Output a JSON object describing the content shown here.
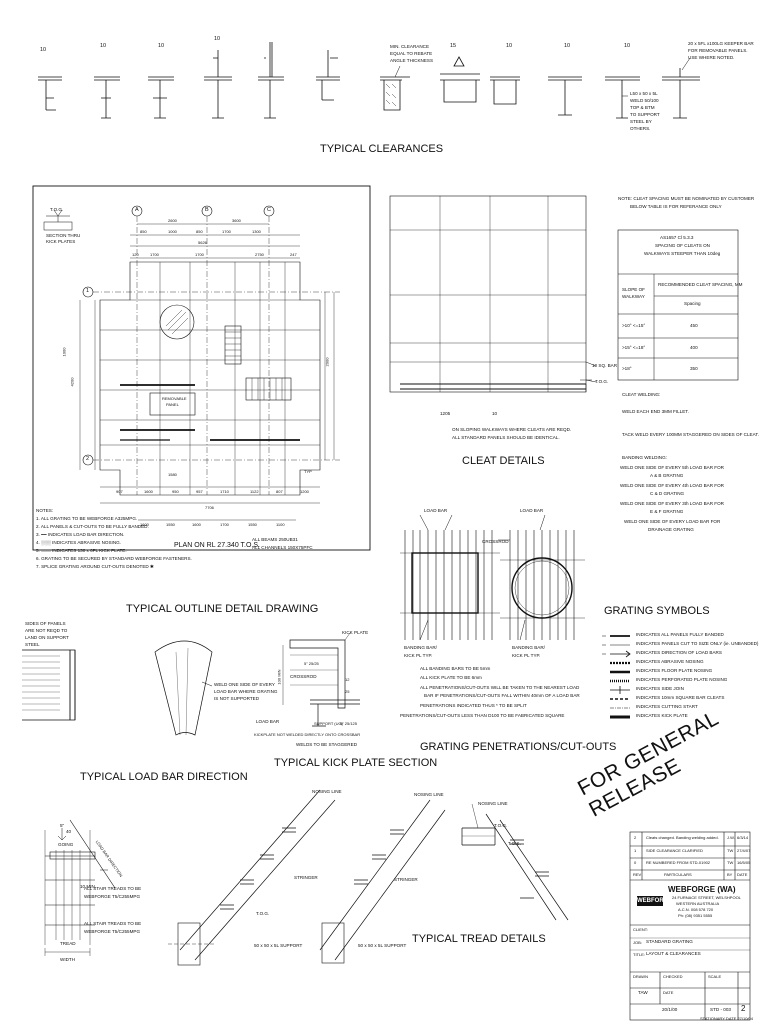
{
  "headings": {
    "typical_clearances": "TYPICAL CLEARANCES",
    "cleat_details": "CLEAT DETAILS",
    "typical_outline": "TYPICAL OUTLINE DETAIL DRAWING",
    "grating_symbols": "GRATING SYMBOLS",
    "load_bar_direction": "TYPICAL LOAD BAR DIRECTION",
    "kick_plate_section": "TYPICAL KICK PLATE SECTION",
    "penetrations": "GRATING PENETRATIONS/CUT-OUTS",
    "tread_details": "TYPICAL TREAD DETAILS"
  },
  "clearances": {
    "dims": [
      "10",
      "10",
      "10",
      "10",
      "15",
      "10",
      "10",
      "10"
    ],
    "min_clearance": [
      "MIN. CLEARANCE",
      "EQUAL TO REBATE",
      "ANGLE THICKNESS"
    ],
    "keeper_bar": [
      "20 x 5FL x100LG KEEPER BAR",
      "FOR REMOVABLE PANELS.",
      "USE WHERE NOTED."
    ],
    "support_note": [
      "L50 x 50 x 5L",
      "WELD 50/100",
      "TOP & BTM",
      "TO SUPPORT",
      "STEEL BY",
      "OTHERS."
    ]
  },
  "plan": {
    "tos_label": "T.O.G.",
    "section_thru": [
      "SECTION THRU",
      "KICK PLATES"
    ],
    "grid_letters": [
      "A",
      "B",
      "C"
    ],
    "grid_numbers": [
      "1",
      "2"
    ],
    "top_dims": [
      "2600",
      "3600"
    ],
    "row2_dims": [
      "850",
      "1000",
      "850",
      "1700",
      "1300"
    ],
    "row3_dims": [
      "5626"
    ],
    "row4_dims": [
      "120",
      "1700",
      "1700",
      "2750",
      "247"
    ],
    "removable_panel": [
      "REMOVABLE",
      "PANEL"
    ],
    "bottom_dims": [
      "1580",
      "907",
      "1600",
      "950",
      "957",
      "1710",
      "1122",
      "807",
      "1200"
    ],
    "bottom_total": "7706",
    "tread_dims": [
      "1600",
      "1550",
      "1600",
      "1700",
      "1550",
      "1100"
    ],
    "plan_title": "PLAN ON RL 27.340 T.O.S.",
    "beams_note": [
      "ALL BEAMS 250UB31",
      "ALL CHANNELS 150X75PFC"
    ],
    "notes_title": "NOTES:",
    "notes": [
      "1. ALL GRATING TO BE WEBFORGE A325MPG.",
      "2. ALL PANELS & CUT-OUTS TO BE FULLY BANDED.",
      "3. ━━ INDICATES LOAD BAR DIRECTION.",
      "4. ░░░ INDICATES ABRASIVE NOSING.",
      "5. ═══ INDICATES 130 x 6FL KICK PLATE.",
      "6. GRATING TO BE SECURED BY STANDARD WEBFORGE FASTENERS.",
      "7. SPLICE GRATING AROUND CUT-OUTS DENOTED ✱"
    ],
    "typ_label": "TYP",
    "side_dims": [
      "1000",
      "1000",
      "4200",
      "2000",
      "900",
      "1500"
    ]
  },
  "cleat": {
    "note": [
      "NOTE: CLEAT SPACING MUST BE NOMINATED BY CUSTOMER",
      "BELOW TABLE IS FOR REFERANCE ONLY"
    ],
    "table_title": [
      "AS1657 Cl 5.3.3",
      "SPACING OF CLEATS ON",
      "WALKWAYS STEEPER THAN 10deg"
    ],
    "col_slope": [
      "SLOPE OF",
      "WALKWAY"
    ],
    "col_spacing": "RECOMMENDED CLEAT SPACING, MM",
    "spacing_label": "Spacing",
    "rows": [
      {
        "slope": ">10° <=15°",
        "spacing": "450"
      },
      {
        "slope": ">15° <=18°",
        "spacing": "400"
      },
      {
        "slope": ">18°",
        "spacing": "350"
      }
    ],
    "sq_bar": "10 SQ. BAR",
    "tog": "T.O.G.",
    "dim_1205": "1205",
    "dim_10": "10",
    "caption": [
      "ON SLOPING WALKWAYS WHERE CLEATS ARE REQD.",
      "ALL STANDARD PANELS SHOULD BE IDENTICAL."
    ],
    "welding_title": "CLEAT WELDING:",
    "welding_lines": [
      "WELD EACH END 3MM FILLET.",
      "TACK WELD EVERY 100MM STAGGERED ON SIDES OF CLEAT."
    ],
    "banding_title": "BANDING WELDING:",
    "banding_lines": [
      "WELD ONE SIDE OF EVERY 5th LOAD BAR FOR",
      "A & B GRATING",
      "WELD ONE SIDE OF EVERY 4th LOAD BAR FOR",
      "C & D GRATING",
      "WELD ONE SIDE OF EVERY 3th LOAD BAR FOR",
      "E & F GRATING",
      "WELD ONE SIDE OF EVERY LOAD BAR FOR",
      "DRAINAGE GRATING"
    ]
  },
  "penetration": {
    "load_bar": "LOAD BAR",
    "crossrod": "CROSSROD",
    "banding_bar": "BANDING BAR/",
    "kick_pl_typ": "KICK PL TYP.",
    "notes": [
      "ALL BANDING BARS TO BE 5mm",
      "ALL KICK PLATE TO BE 6mm",
      "ALL PENETRATIONS/CUT-OUTS WILL BE TAKEN TO THE NEAREST LOAD",
      "BAR IF PENETRATIONS/CUT-OUTS FALL WITHIN 40mm OF A LOAD BAR",
      "PENETRATIONS INDICATED THUS * TO BE SPLIT",
      "PENETRATIONS/CUT-OUTS LESS THAN D100 TO BE FABRICATED SQUARE"
    ]
  },
  "symbols": [
    "INDICATES ALL PANELS FULLY BANDED",
    "INDICATES PANELS CUT TO SIZE ONLY (ie. UNBANDED)",
    "INDICATES DIRECTION OF LOAD BARS",
    "INDICATES ABRASIVE NOSING",
    "INDICATES FLOOR PLATE NOSING",
    "INDICATES PERFORATED PLATE NOSING",
    "INDICATES SIDE JOIN",
    "INDICATES 10mm SQUARE BAR CLEATS",
    "INDICATES CUTTING START",
    "INDICATES KICK PLATE"
  ],
  "outline": {
    "sides_note": [
      "SIDES OF PANELS",
      "ARE NOT REQD TO",
      "LAND ON SUPPORT",
      "STEEL"
    ],
    "weld_note": [
      "WELD ONE SIDE OF EVERY",
      "LOAD BAR WHERE GRATING",
      "IS NOT SUPPORTED"
    ]
  },
  "kick": {
    "kick_plate": "KICK PLATE",
    "crossrod": "CROSSROD",
    "load_bar": "LOAD BAR",
    "support": "SUPPORT (UG)",
    "weld_note": "KICKPLATE NOT WELDED DIRECTLY ONTO CROSSBAR",
    "welds_note": "WELDS TO BE STAGGERED",
    "dims": [
      "100 MIN",
      "5\" 25/25",
      "12",
      "25",
      "5\" 25/125"
    ]
  },
  "loadbar": {
    "going": "GOING",
    "tread_width": [
      "TREAD",
      "WIDTH"
    ],
    "clearance": "10 MIN.",
    "load_bar_direction": "LOAD BAR DIRECTION",
    "treads_note": [
      "ALL STAIR TREADS TO BE",
      "WEBFORGE T5/C255MPG"
    ],
    "treads_note2": [
      "ALL STAIR TREADS TO BE",
      "WEBFORGE T5/C255MPG"
    ],
    "dim_40": "40",
    "dim_5": "5\""
  },
  "treads": {
    "nosing_line": "NOSING LINE",
    "stringer": "STRINGER",
    "support": "50 x 50 x 5L SUPPORT",
    "tog": "T.O.G.",
    "tos": "T.O.S."
  },
  "stamp": "FOR GENERAL RELEASE",
  "title_block": {
    "revisions": [
      {
        "rev": "2",
        "desc": "Cleats changed. Banding welding added.",
        "by": "J.W.",
        "date": "6/3/14"
      },
      {
        "rev": "1",
        "desc": "SIDE CLEARANCE CLARIFIED",
        "by": "TW",
        "date": "27/4/07"
      },
      {
        "rev": "0",
        "desc": "RE NUMBERED FROM STD-01902",
        "by": "TW",
        "date": "16/5/05"
      }
    ],
    "rev_header": [
      "REV",
      "PARTICULARS",
      "BY",
      "DATE"
    ],
    "company": "WEBFORGE (WA)",
    "address": [
      "24 FURNACE STREET, WELSHPOOL",
      "WESTERN AUSTRALIA",
      "A.C.N. 008 578 720",
      "Ph: (08) 9351 5555"
    ],
    "logo": "WEBFORGE",
    "client_label": "CLIENT:",
    "job_label": "JOB:",
    "title_label": "TITLE:",
    "job": "STANDARD GRATING",
    "title": "LAYOUT & CLEARANCES",
    "drawn_label": "DRAWN",
    "checked_label": "CHECKED",
    "scale_label": "SCALE",
    "date_label": "DATE",
    "drawn": "TAW",
    "date": "20/1/00",
    "dwg_no": "STD - 003",
    "sheet": "2",
    "stationary_date": "STATIONARY DATE 27/10/04"
  }
}
